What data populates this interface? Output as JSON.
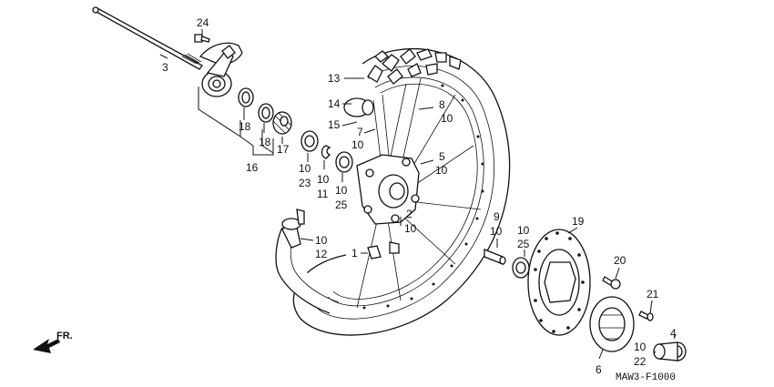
{
  "diagram": {
    "labels": {
      "l24": "24",
      "l3": "3",
      "l18a": "18",
      "l18b": "18",
      "l17": "17",
      "l16": "16",
      "l13": "13",
      "l14": "14",
      "l15": "15",
      "l7": "7",
      "l10_7": "10",
      "l8": "8",
      "l10_8": "10",
      "l10_23": "10",
      "l23": "23",
      "l10_11": "10",
      "l11": "11",
      "l10_25": "10",
      "l25": "25",
      "l5": "5",
      "l10_5": "10",
      "l2": "2",
      "l10_2": "10",
      "l10_12": "10",
      "l12": "12",
      "l1": "1",
      "l9": "9",
      "l10_9": "10",
      "l10_25b": "10",
      "l25b": "25",
      "l19": "19",
      "l20": "20",
      "l21": "21",
      "l4": "4",
      "l10_22": "10",
      "l22": "22",
      "l6": "6"
    },
    "direction": "FR.",
    "code": "MAW3-F1000"
  }
}
